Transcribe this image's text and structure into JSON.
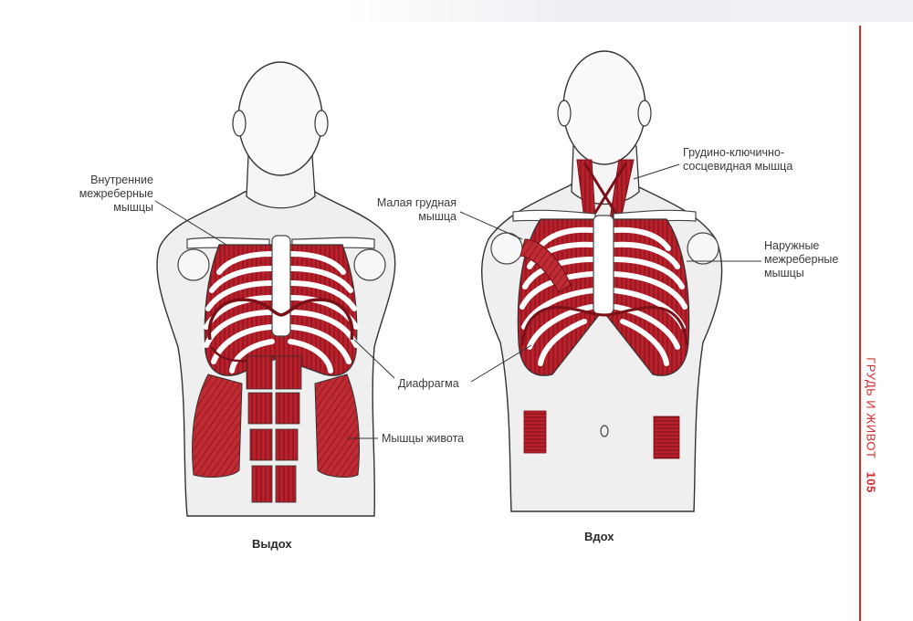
{
  "colors": {
    "muscle": "#b8202b",
    "muscle_dark": "#7a1018",
    "outline": "#333333",
    "skin": "#ececec",
    "accent": "#d92a2a"
  },
  "labels": {
    "internal_intercostal": [
      "Внутренние",
      "межреберные",
      "мышцы"
    ],
    "diaphragm": "Диафрагма",
    "abdominal": "Мышцы живота",
    "scm": [
      "Грудино-ключично-",
      "сосцевидная мышца"
    ],
    "pectoralis_minor": [
      "Малая грудная",
      "мышца"
    ],
    "external_intercostal": [
      "Наружные",
      "межреберные",
      "мышцы"
    ]
  },
  "captions": {
    "exhale": "Выдох",
    "inhale": "Вдох"
  },
  "running_head": {
    "section": "ГРУДЬ И ЖИВОТ",
    "page": "105"
  }
}
